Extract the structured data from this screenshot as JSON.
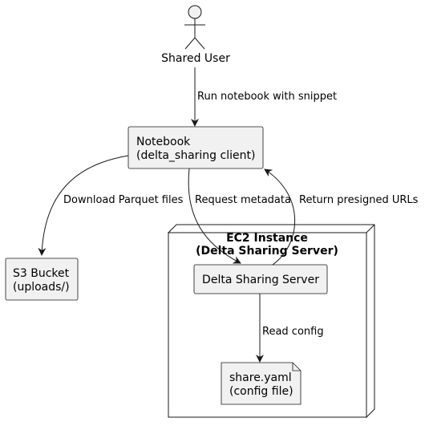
{
  "actor": {
    "label": "Shared User"
  },
  "notebook": {
    "line1": "Notebook",
    "line2": "(delta_sharing client)"
  },
  "s3": {
    "line1": "S3 Bucket",
    "line2": "(uploads/)"
  },
  "ec2": {
    "line1": "EC2 Instance",
    "line2": "(Delta Sharing Server)"
  },
  "server": {
    "label": "Delta Sharing Server"
  },
  "config": {
    "line1": "share.yaml",
    "line2": "(config file)"
  },
  "edges": {
    "run": "Run notebook with snippet",
    "download": "Download Parquet files",
    "request": "Request metadata",
    "return": "Return presigned URLs",
    "read": "Read config"
  },
  "colors": {
    "box_fill": "#f1f1f1",
    "stroke": "#181818",
    "node_fill": "#ffffff"
  }
}
